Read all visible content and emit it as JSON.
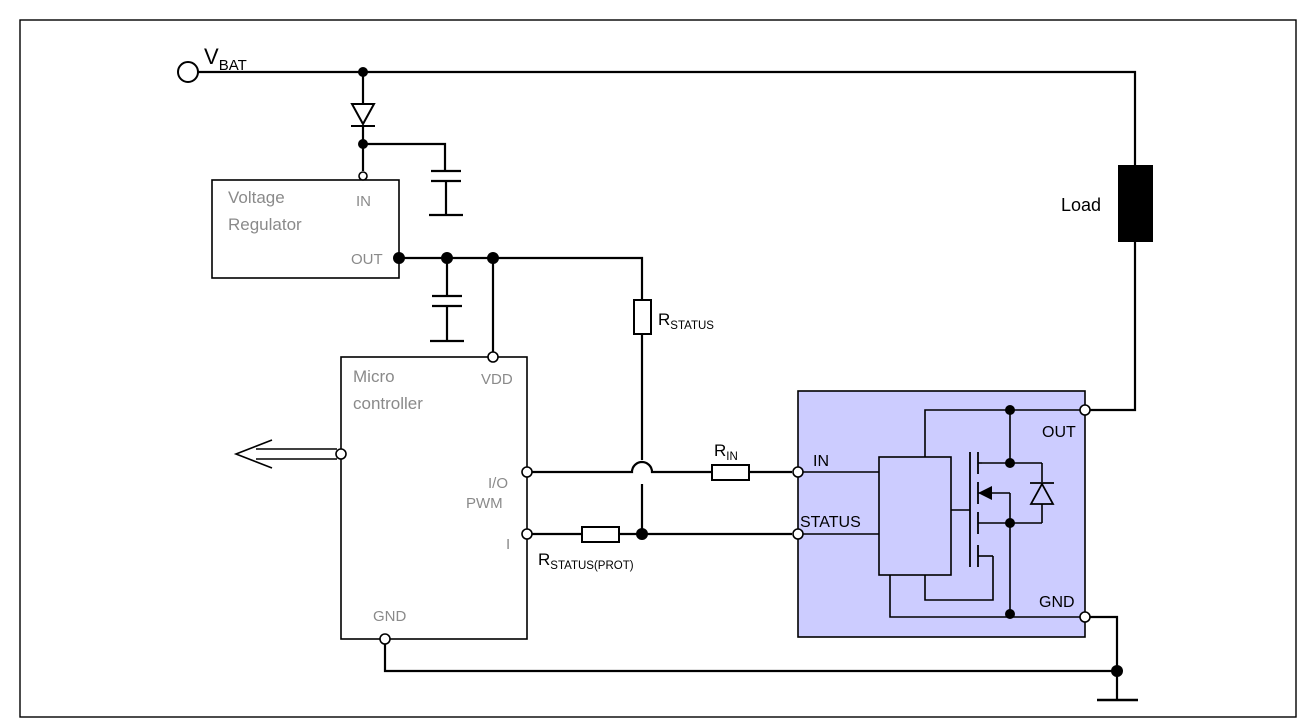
{
  "supply": {
    "symbol": "V",
    "subscript": "BAT"
  },
  "regulator": {
    "name_line1": "Voltage",
    "name_line2": "Regulator",
    "pin_in": "IN",
    "pin_out": "OUT"
  },
  "microcontroller": {
    "name_line1": "Micro",
    "name_line2": "controller",
    "pin_vdd": "VDD",
    "pin_io_line1": "I/O",
    "pin_io_line2": "PWM",
    "pin_i": "I",
    "pin_gnd": "GND"
  },
  "load": {
    "label": "Load"
  },
  "resistors": {
    "status": {
      "symbol": "R",
      "subscript": "STATUS"
    },
    "in": {
      "symbol": "R",
      "subscript": "IN"
    },
    "status_prot": {
      "symbol": "R",
      "subscript": "STATUS(PROT)"
    }
  },
  "device": {
    "pin_in": "IN",
    "pin_status": "STATUS",
    "pin_out": "OUT",
    "pin_gnd": "GND"
  },
  "colors": {
    "device_fill": "#ccccff",
    "load_fill": "#000000",
    "gray_text": "#8a8a8a"
  }
}
